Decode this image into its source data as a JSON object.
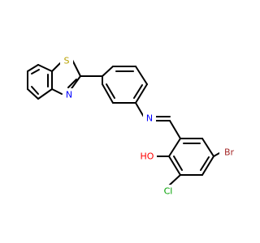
{
  "atoms": {
    "sulfur": {
      "text": "S",
      "color": "#b8a100"
    },
    "nitrogen_thiazole": {
      "text": "N",
      "color": "#0000ff"
    },
    "nitrogen_imine": {
      "text": "N",
      "color": "#0000ff"
    },
    "oxygen": {
      "text": "HO",
      "color": "#ff0000"
    },
    "bromine": {
      "text": "Br",
      "color": "#a52a2a"
    },
    "chlorine": {
      "text": "Cl",
      "color": "#00a000"
    }
  }
}
